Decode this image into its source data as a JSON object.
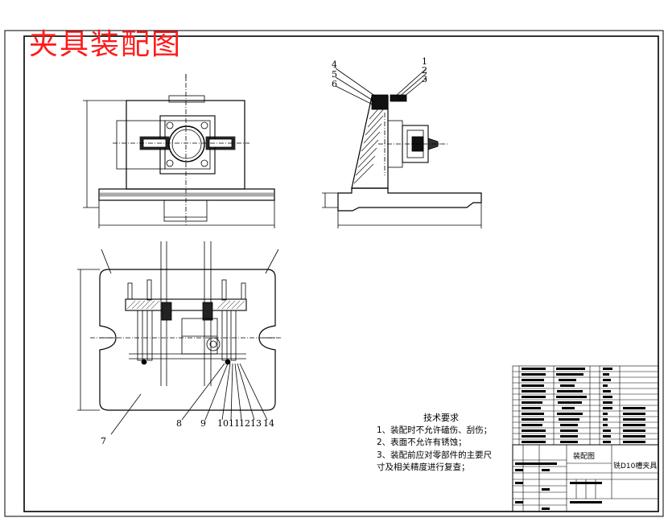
{
  "drawing": {
    "title": "夹具装配图",
    "tech_requirements": {
      "heading": "技术要求",
      "lines": [
        "1、装配时不允许磕伤、刮伤；",
        "2、表面不允许有锈蚀；",
        "3、装配前应对零部件的主要尺",
        "寸及相关精度进行复查；"
      ]
    },
    "balloons_side": [
      "1",
      "2",
      "3",
      "4",
      "5",
      "6"
    ],
    "balloons_plan": [
      "7",
      "8",
      "9",
      "10",
      "11",
      "12",
      "13",
      "14"
    ],
    "title_block": {
      "drawing_name": "装配图",
      "part_name": "铣D10槽夹具"
    },
    "colors": {
      "title": "#ff1a1a",
      "lines": "#000000"
    }
  }
}
